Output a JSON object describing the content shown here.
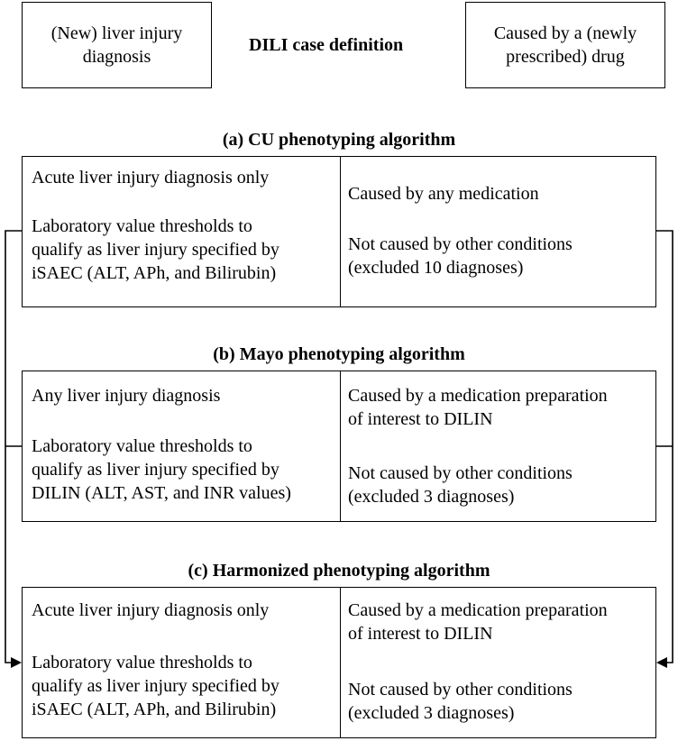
{
  "case_definition": {
    "left_box": "(New) liver injury\ndiagnosis",
    "title": "DILI case definition",
    "right_box": "Caused by a (newly\nprescribed) drug"
  },
  "algorithms": [
    {
      "heading": "(a) CU phenotyping algorithm",
      "left": [
        "Acute liver injury diagnosis only",
        "Laboratory value thresholds to\nqualify as liver injury specified by\niSAEC (ALT, APh, and Bilirubin)"
      ],
      "right": [
        "Caused by any medication",
        "Not caused by other conditions\n(excluded 10 diagnoses)"
      ]
    },
    {
      "heading": "(b) Mayo phenotyping algorithm",
      "left": [
        "Any liver injury diagnosis",
        "Laboratory value thresholds to\nqualify as liver injury specified by\nDILIN (ALT, AST, and INR values)"
      ],
      "right": [
        "Caused by a medication preparation\nof interest to DILIN",
        "Not caused by other conditions\n(excluded 3 diagnoses)"
      ]
    },
    {
      "heading": "(c) Harmonized phenotyping algorithm",
      "left": [
        "Acute liver injury diagnosis only",
        "Laboratory value thresholds to\nqualify as liver injury specified by\niSAEC (ALT, APh, and Bilirubin)"
      ],
      "right": [
        "Caused by a medication preparation\nof interest to DILIN",
        "Not caused by other conditions\n(excluded 3 diagnoses)"
      ]
    }
  ]
}
